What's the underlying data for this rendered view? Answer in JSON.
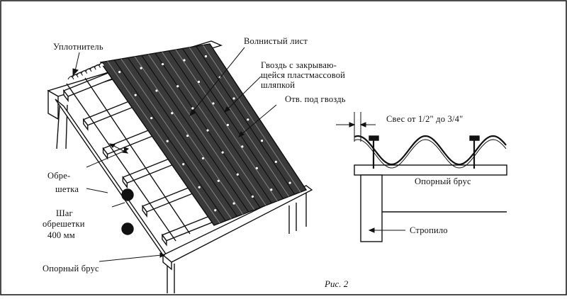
{
  "figure": {
    "caption": "Рис.  2",
    "colors": {
      "sheet": "#3a3a3a",
      "ink": "#111111",
      "paper": "#ffffff"
    }
  },
  "labels": {
    "sealant": "Уплотнитель",
    "wave_sheet": "Волнистый лист",
    "nail_line1": "Гвоздь с закрываю-",
    "nail_line2": "щейся пластмассовой",
    "nail_line3": "шляпкой",
    "nail_hole": "Отв. под гвоздь",
    "batten_line1": "Обре-",
    "batten_line2": "шетка",
    "step_line1": "Шаг",
    "step_line2": "обрешетки",
    "step_line3": "400 мм",
    "support_beam_left": "Опорный брус",
    "overhang": "Свес от 1/2\" до 3/4\"",
    "support_beam_right": "Опорный брус",
    "rafter": "Стропило"
  }
}
